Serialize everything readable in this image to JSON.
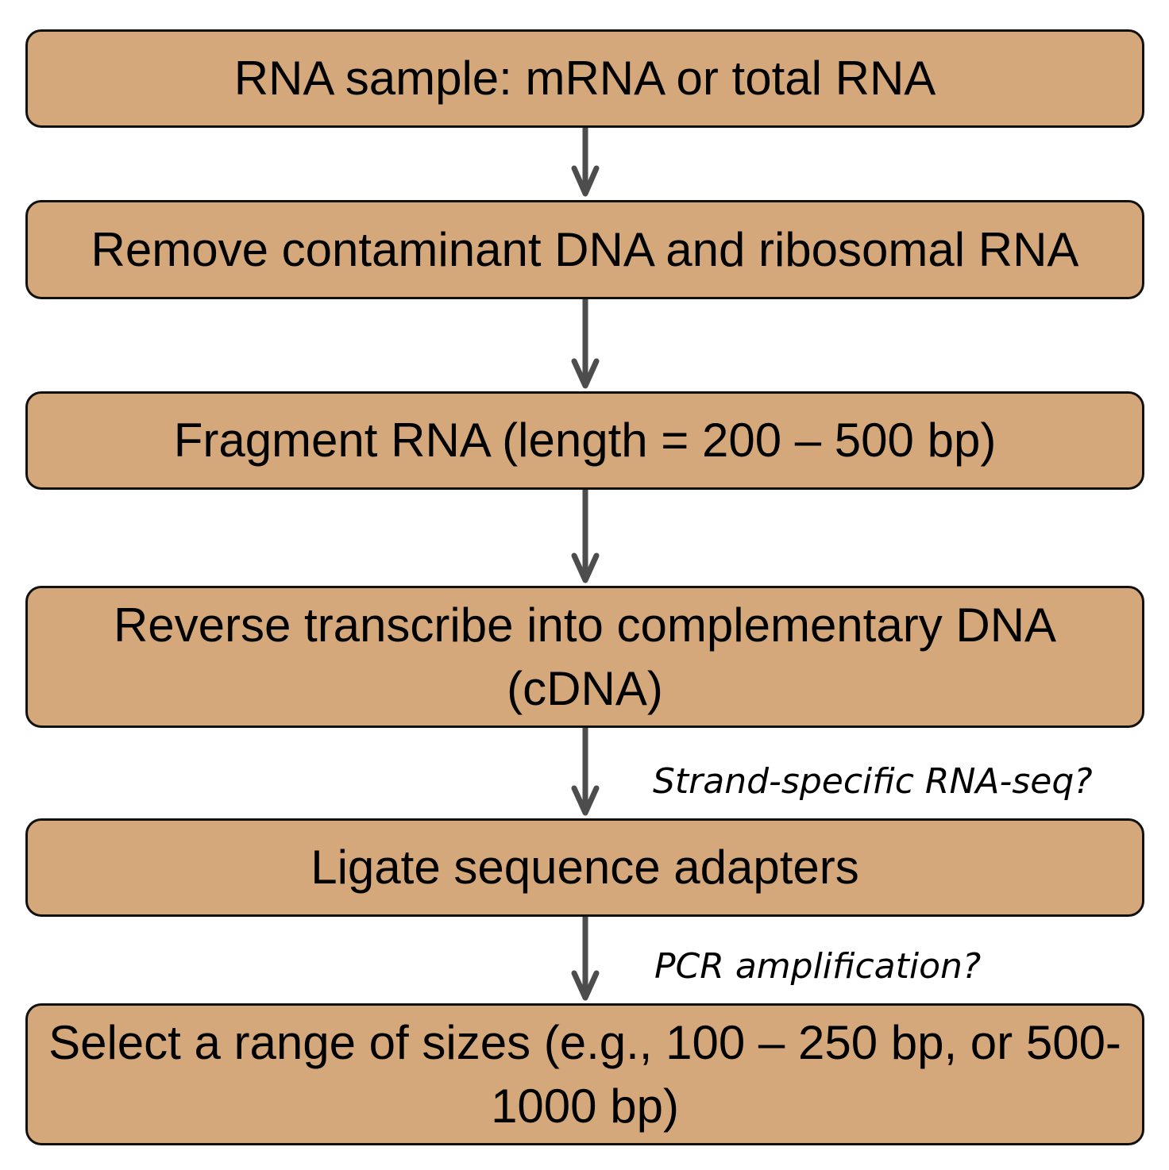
{
  "steps": [
    {
      "label": "RNA sample: mRNA or total RNA"
    },
    {
      "label": "Remove contaminant DNA and ribosomal RNA"
    },
    {
      "label": "Fragment RNA (length = 200 – 500 bp)"
    },
    {
      "label": "Reverse transcribe into complementary DNA (cDNA)"
    },
    {
      "label": "Ligate sequence adapters"
    },
    {
      "label": "Select a range of sizes (e.g., 100 – 250 bp, or 500-1000 bp)"
    }
  ],
  "annotations": {
    "strand_specific": "Strand-specific RNA-seq?",
    "pcr": "PCR amplification?"
  },
  "colors": {
    "box_fill": "#d4a87a",
    "box_border": "#111111",
    "arrow": "#4d4d4d"
  }
}
